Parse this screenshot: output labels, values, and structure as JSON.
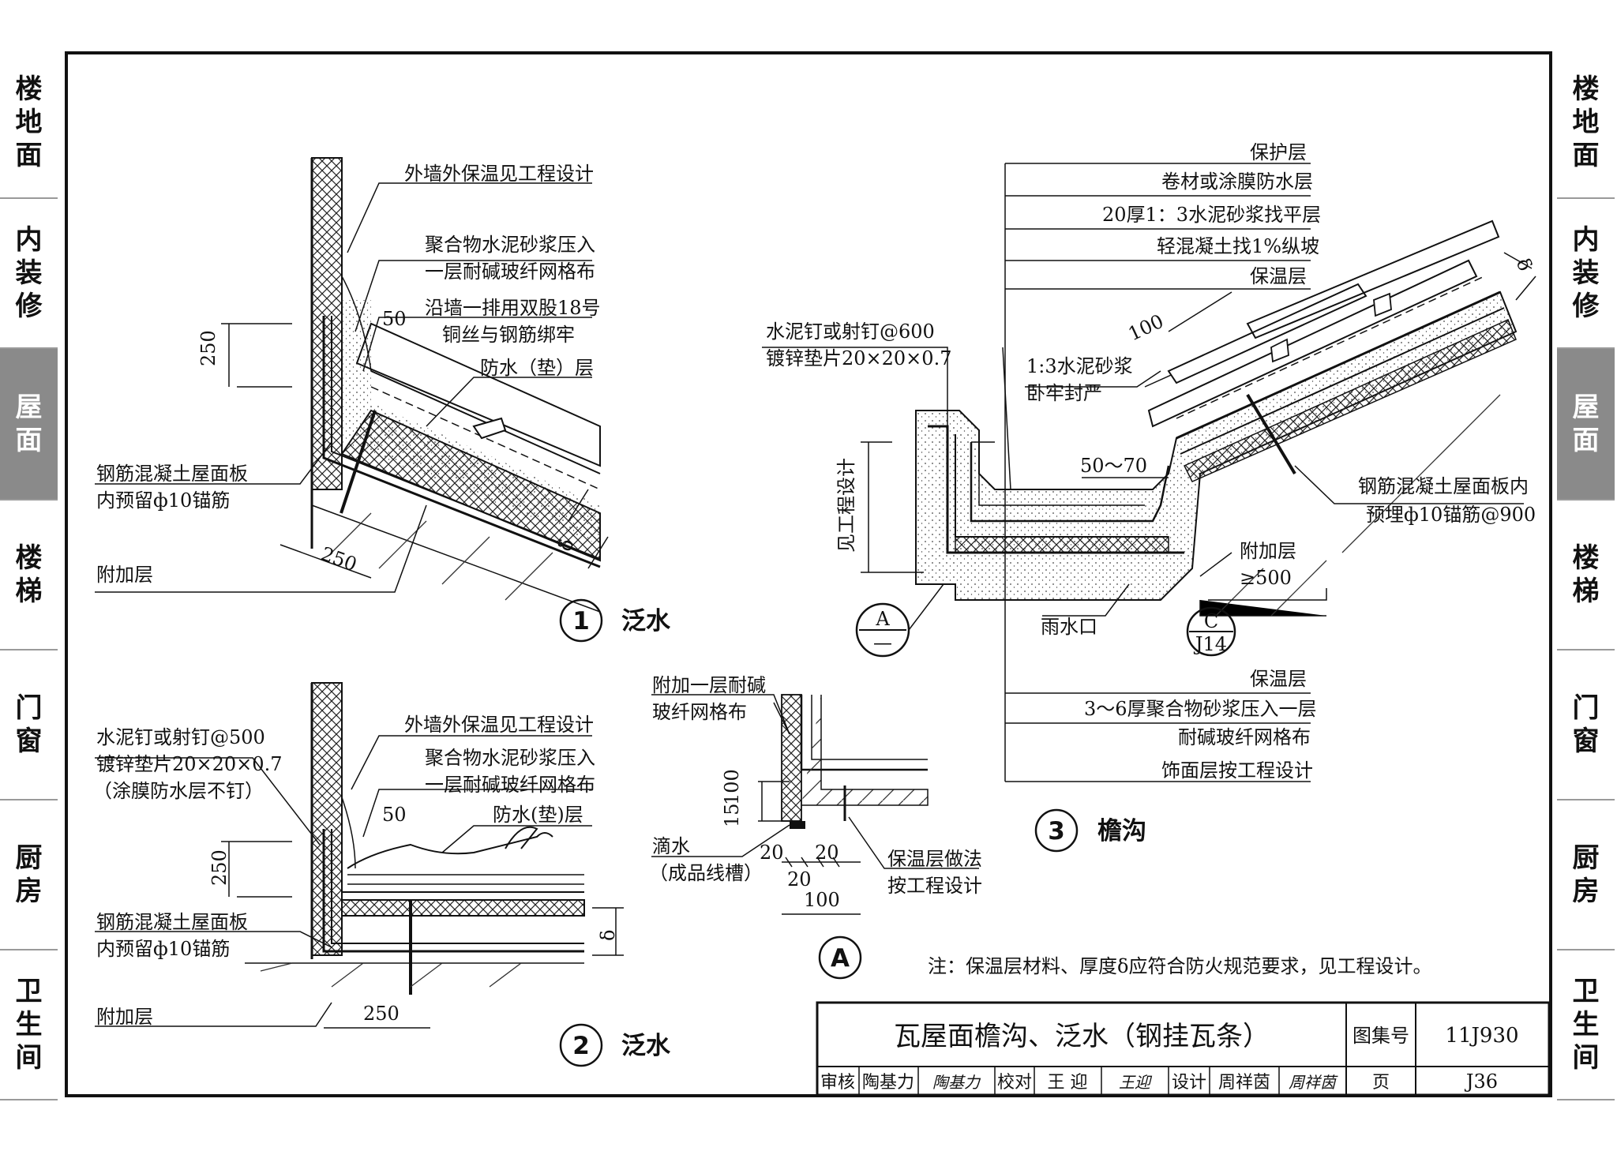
{
  "side_tabs": [
    {
      "label": "楼地面",
      "active": false
    },
    {
      "label": "内装修",
      "active": false
    },
    {
      "label": "屋面",
      "active": true
    },
    {
      "label": "楼梯",
      "active": false
    },
    {
      "label": "门窗",
      "active": false
    },
    {
      "label": "厨房",
      "active": false
    },
    {
      "label": "卫生间",
      "active": false
    }
  ],
  "detail1": {
    "number": "1",
    "title": "泛水",
    "labels": {
      "ext_insulation": "外墙外保温见工程设计",
      "polymer_1": "聚合物水泥砂浆压入",
      "polymer_2": "一层耐碱玻纤网格布",
      "wire_1": "沿墙一排用双股18号",
      "wire_2": "铜丝与钢筋绑牢",
      "waterproof": "防水（垫）层",
      "slab_1": "钢筋混凝土屋面板",
      "slab_2": "内预留ф10锚筋",
      "additional": "附加层"
    },
    "dims": {
      "d250_v": "250",
      "d50": "50",
      "d250_h": "250",
      "delta": "δ"
    }
  },
  "detail2": {
    "number": "2",
    "title": "泛水",
    "labels": {
      "nail_1": "水泥钉或射钉@500",
      "nail_2": "镀锌垫片20×20×0.7",
      "nail_3": "（涂膜防水层不钉）",
      "ext_insulation": "外墙外保温见工程设计",
      "polymer_1": "聚合物水泥砂浆压入",
      "polymer_2": "一层耐碱玻纤网格布",
      "waterproof": "防水(垫)层",
      "slab_1": "钢筋混凝土屋面板",
      "slab_2": "内预留ф10锚筋",
      "additional": "附加层"
    },
    "dims": {
      "d250_v": "250",
      "d50": "50",
      "d250_h": "250",
      "delta": "δ"
    }
  },
  "detailA": {
    "mark": "A",
    "labels": {
      "mesh_1": "附加一层耐碱",
      "mesh_2": "玻纤网格布",
      "drip_1": "滴水",
      "drip_2": "（成品线槽）",
      "ins_1": "保温层做法",
      "ins_2": "按工程设计"
    },
    "dims": {
      "d15": "15",
      "d100_v": "100",
      "d20a": "20",
      "d20b": "20",
      "d20c": "20",
      "d100_h": "100"
    }
  },
  "detail3": {
    "number": "3",
    "title": "檐沟",
    "layers_top": [
      "保护层",
      "卷材或涂膜防水层",
      "20厚1：3水泥砂浆找平层",
      "轻混凝土找1%纵坡",
      "保温层"
    ],
    "layers_bottom": [
      "保温层",
      "3～6厚聚合物砂浆压入一层",
      "耐碱玻纤网格布",
      "饰面层按工程设计"
    ],
    "labels": {
      "nail_1": "水泥钉或射钉@600",
      "nail_2": "镀锌垫片20×20×0.7",
      "mortar_1": "1:3水泥砂浆",
      "mortar_2": "卧牢封严",
      "by_design": "见工程设计",
      "slab_1": "钢筋混凝土屋面板内",
      "slab_2": "预埋ф10锚筋@900",
      "additional": "附加层",
      "ge500": "≥500",
      "drain": "雨水口"
    },
    "dims": {
      "d100": "100",
      "d50_70": "50～70",
      "delta": "δ"
    },
    "ref_a": {
      "top": "A",
      "bottom": "—"
    },
    "ref_c": {
      "top": "C",
      "bottom": "J14"
    }
  },
  "note": "注：保温层材料、厚度δ应符合防火规范要求，见工程设计。",
  "title_block": {
    "title": "瓦屋面檐沟、泛水（钢挂瓦条）",
    "atlas_label": "图集号",
    "atlas_no": "11J930",
    "review_label": "审核",
    "reviewer": "陶基力",
    "reviewer_sig": "陶基力",
    "check_label": "校对",
    "checker": "王 迎",
    "checker_sig": "王迎",
    "design_label": "设计",
    "designer": "周祥茵",
    "designer_sig": "周祥茵",
    "page_label": "页",
    "page_no": "J36"
  }
}
